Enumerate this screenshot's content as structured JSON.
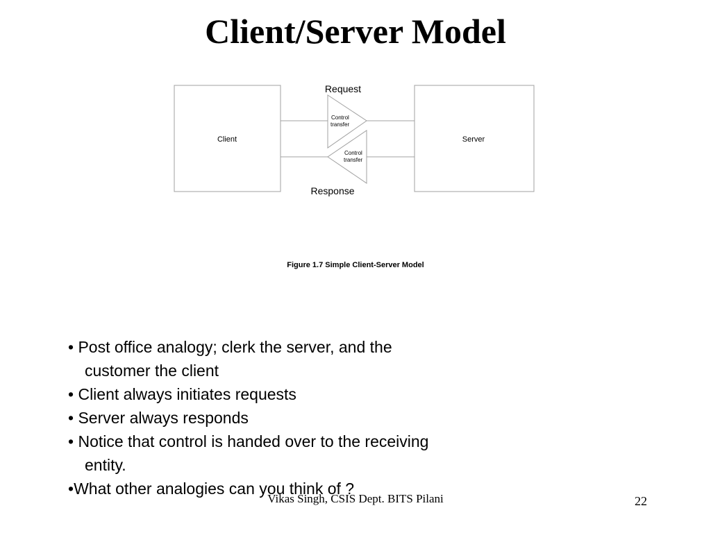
{
  "title": "Client/Server Model",
  "diagram": {
    "client_label": "Client",
    "server_label": "Server",
    "request_label": "Request",
    "response_label": "Response",
    "control_transfer_top": [
      "Control",
      "transfer"
    ],
    "control_transfer_bottom": [
      "Control",
      "transfer"
    ],
    "line_color": "#a0a0a0",
    "box_color": "#a0a0a0"
  },
  "figure_caption": "Figure 1.7 Simple Client-Server Model",
  "bullets": [
    {
      "bullet": "•",
      "lines": [
        "Post office analogy; clerk the server, and the",
        "customer the client"
      ]
    },
    {
      "bullet": "•",
      "lines": [
        "Client always initiates requests"
      ]
    },
    {
      "bullet": "•",
      "lines": [
        "Server always responds"
      ]
    },
    {
      "bullet": "•",
      "lines": [
        "Notice that control is handed over to the receiving",
        "entity."
      ]
    },
    {
      "bullet": "•",
      "lines": [
        "What other analogies can you think of ?"
      ]
    }
  ],
  "footer": "Vikas Singh, CSIS Dept. BITS Pilani",
  "page_number": "22"
}
